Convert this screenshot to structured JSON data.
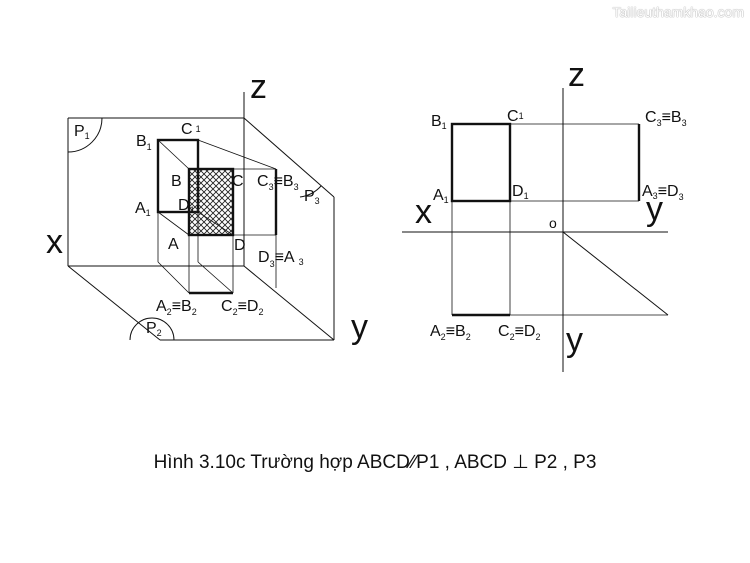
{
  "watermark": "Tailieuthamkhao.com",
  "caption": "Hình 3.10c Trường hợp ABCD∕∕P1 , ABCD ⊥ P2 , P3",
  "left_view": {
    "axes": {
      "x": "x",
      "y": "y",
      "z": "z"
    },
    "planes": [
      {
        "id": "P1",
        "main": "P",
        "sub": "1"
      },
      {
        "id": "P2",
        "main": "P",
        "sub": "2"
      },
      {
        "id": "P3",
        "main": "P",
        "sub": "3"
      }
    ],
    "points": {
      "A": "A",
      "B": "B",
      "C": "C",
      "D": "D",
      "A1": {
        "main": "A",
        "sub": "1"
      },
      "B1": {
        "main": "B",
        "sub": "1"
      },
      "C1": {
        "main": "C",
        "sub": "1"
      },
      "D1": {
        "main": "D",
        "sub": "1"
      },
      "C3B3": {
        "p": "C",
        "ps": "3",
        "eq": "≡",
        "q": "B",
        "qs": "3"
      },
      "D3A3": {
        "p": "D",
        "ps": "3",
        "eq": "≡",
        "q": "A",
        "qs": "3"
      },
      "A2B2": {
        "p": "A",
        "ps": "2",
        "eq": "≡",
        "q": "B",
        "qs": "2"
      },
      "C2D2": {
        "p": "C",
        "ps": "2",
        "eq": "≡",
        "q": "D",
        "qs": "2"
      }
    }
  },
  "right_view": {
    "axes": {
      "x": "x",
      "y_right": "y",
      "y_bottom": "y",
      "z": "z",
      "origin": "o"
    },
    "points": {
      "B1": {
        "main": "B",
        "sub": "1"
      },
      "C1": {
        "main": "C",
        "sub": "1"
      },
      "A1": {
        "main": "A",
        "sub": "1"
      },
      "D1": {
        "main": "D",
        "sub": "1"
      },
      "C3B3": {
        "p": "C",
        "ps": "3",
        "eq": "≡",
        "q": "B",
        "qs": "3"
      },
      "A3D3": {
        "p": "A",
        "ps": "3",
        "eq": "≡",
        "q": "D",
        "qs": "3"
      },
      "A2B2": {
        "p": "A",
        "ps": "2",
        "eq": "≡",
        "q": "B",
        "qs": "2"
      },
      "C2D2": {
        "p": "C",
        "ps": "2",
        "eq": "≡",
        "q": "D",
        "qs": "2"
      }
    }
  }
}
